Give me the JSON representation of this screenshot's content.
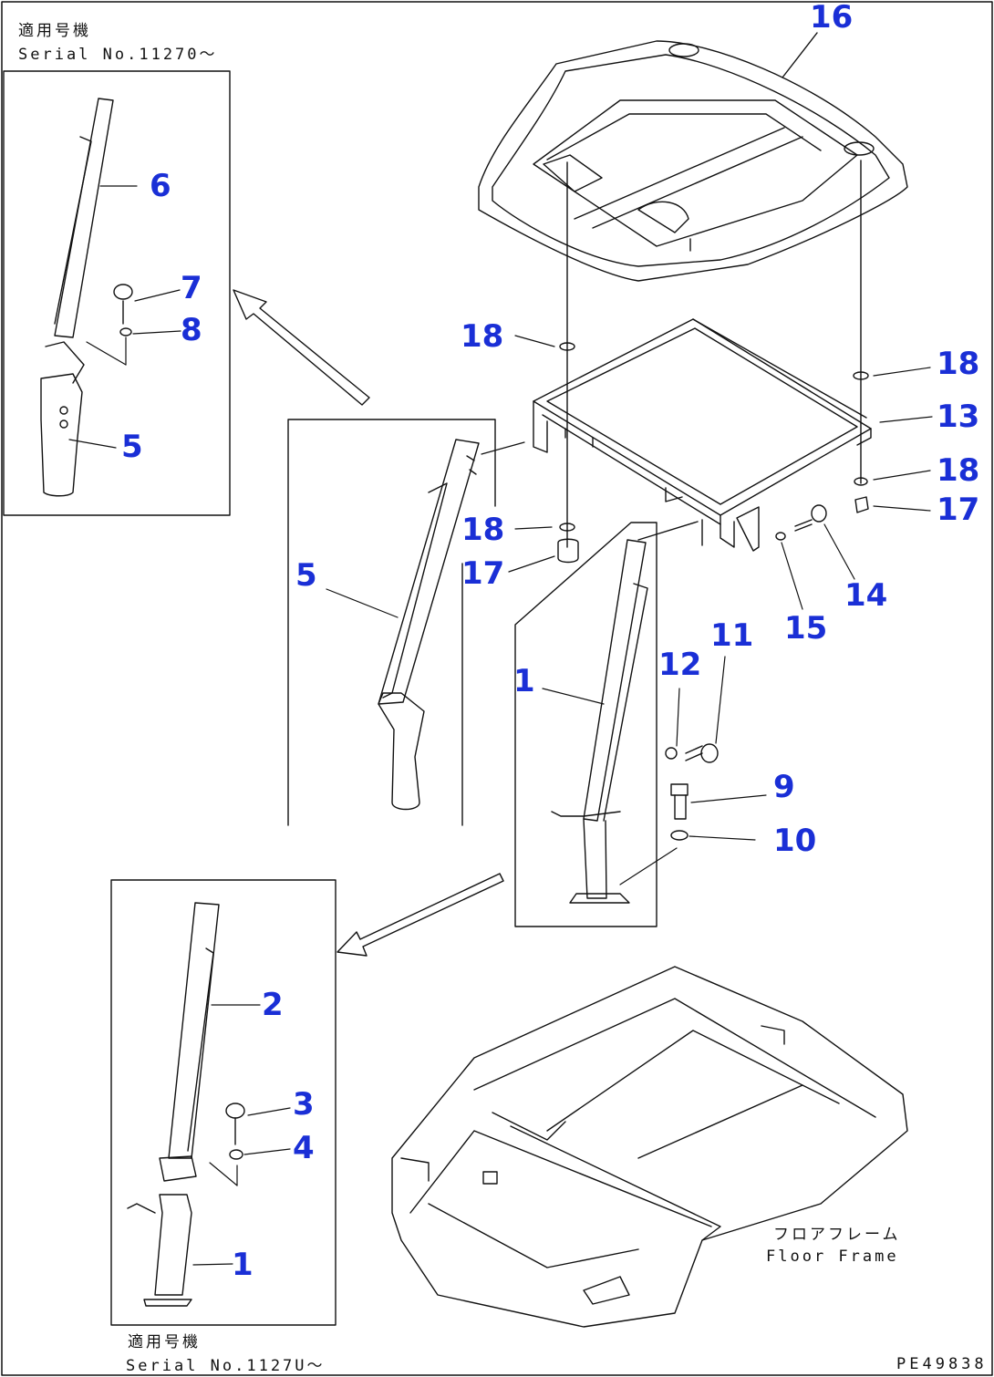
{
  "header_note": {
    "jp": "適用号機",
    "serial": "Serial No.11270～"
  },
  "footer_note": {
    "jp": "適用号機",
    "serial": "Serial No.1127U～"
  },
  "floor_frame": {
    "jp": "フロアフレーム",
    "en": "Floor Frame"
  },
  "drawing_code": "PE49838",
  "callouts": {
    "c16": "16",
    "c18a": "18",
    "c18b": "18",
    "c13": "13",
    "c18c": "18",
    "c17a": "17",
    "c18d": "18",
    "c17b": "17",
    "c14": "14",
    "c15": "15",
    "c5a": "5",
    "c1a": "1",
    "c12": "12",
    "c11": "11",
    "c9": "9",
    "c10": "10",
    "c6": "6",
    "c7": "7",
    "c8": "8",
    "c5b": "5",
    "c2": "2",
    "c3": "3",
    "c4": "4",
    "c1b": "1"
  },
  "colors": {
    "callout": "#1a2fd6",
    "line": "#111111"
  }
}
